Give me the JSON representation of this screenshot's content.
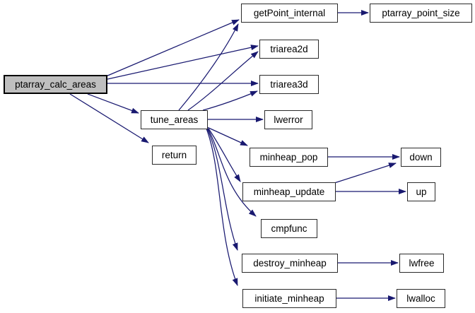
{
  "diagram": {
    "type": "call-graph",
    "colors": {
      "background": "#ffffff",
      "edge": "#191970",
      "node_border": "#2a2a2a",
      "node_fill": "#ffffff",
      "highlight_fill": "#bfbfbf",
      "text": "#000000"
    },
    "nodes": [
      {
        "id": "ptarray_calc_areas",
        "label": "ptarray_calc_areas",
        "highlight": true
      },
      {
        "id": "tune_areas",
        "label": "tune_areas",
        "highlight": false
      },
      {
        "id": "return",
        "label": "return",
        "highlight": false
      },
      {
        "id": "getPoint_internal",
        "label": "getPoint_internal",
        "highlight": false
      },
      {
        "id": "ptarray_point_size",
        "label": "ptarray_point_size",
        "highlight": false
      },
      {
        "id": "triarea2d",
        "label": "triarea2d",
        "highlight": false
      },
      {
        "id": "triarea3d",
        "label": "triarea3d",
        "highlight": false
      },
      {
        "id": "lwerror",
        "label": "lwerror",
        "highlight": false
      },
      {
        "id": "minheap_pop",
        "label": "minheap_pop",
        "highlight": false
      },
      {
        "id": "down",
        "label": "down",
        "highlight": false
      },
      {
        "id": "minheap_update",
        "label": "minheap_update",
        "highlight": false
      },
      {
        "id": "up",
        "label": "up",
        "highlight": false
      },
      {
        "id": "cmpfunc",
        "label": "cmpfunc",
        "highlight": false
      },
      {
        "id": "destroy_minheap",
        "label": "destroy_minheap",
        "highlight": false
      },
      {
        "id": "lwfree",
        "label": "lwfree",
        "highlight": false
      },
      {
        "id": "initiate_minheap",
        "label": "initiate_minheap",
        "highlight": false
      },
      {
        "id": "lwalloc",
        "label": "lwalloc",
        "highlight": false
      }
    ],
    "edges": [
      {
        "from": "ptarray_calc_areas",
        "to": "getPoint_internal"
      },
      {
        "from": "ptarray_calc_areas",
        "to": "triarea2d"
      },
      {
        "from": "ptarray_calc_areas",
        "to": "triarea3d"
      },
      {
        "from": "ptarray_calc_areas",
        "to": "tune_areas"
      },
      {
        "from": "ptarray_calc_areas",
        "to": "return"
      },
      {
        "from": "tune_areas",
        "to": "getPoint_internal"
      },
      {
        "from": "tune_areas",
        "to": "triarea2d"
      },
      {
        "from": "tune_areas",
        "to": "triarea3d"
      },
      {
        "from": "tune_areas",
        "to": "lwerror"
      },
      {
        "from": "tune_areas",
        "to": "minheap_pop"
      },
      {
        "from": "tune_areas",
        "to": "minheap_update"
      },
      {
        "from": "tune_areas",
        "to": "cmpfunc"
      },
      {
        "from": "tune_areas",
        "to": "destroy_minheap"
      },
      {
        "from": "tune_areas",
        "to": "initiate_minheap"
      },
      {
        "from": "getPoint_internal",
        "to": "ptarray_point_size"
      },
      {
        "from": "minheap_pop",
        "to": "down"
      },
      {
        "from": "minheap_update",
        "to": "down"
      },
      {
        "from": "minheap_update",
        "to": "up"
      },
      {
        "from": "destroy_minheap",
        "to": "lwfree"
      },
      {
        "from": "initiate_minheap",
        "to": "lwalloc"
      }
    ]
  }
}
